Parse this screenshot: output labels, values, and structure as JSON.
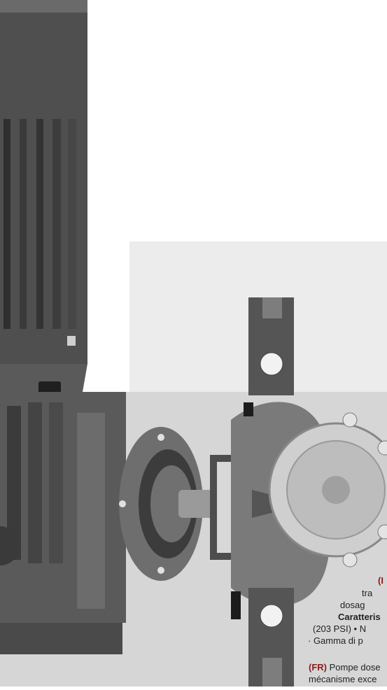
{
  "text": {
    "it_tag": "(I",
    "it_line1": "tra",
    "it_line2": "dosag",
    "it_line3": "Caratteris",
    "it_line4": "(203 PSI)  •  N",
    "it_line5": "· Gamma di p",
    "fr_tag": "(FR)",
    "fr_line1": " Pompe dose",
    "fr_line2": "mécanisme exce"
  },
  "colors": {
    "accent": "#8b1a1a",
    "panel_grey": "#d9d9d9",
    "metal_dark": "#5a5a5a",
    "metal_mid": "#8c8c8c",
    "metal_light": "#c8c8c8"
  },
  "icons": {
    "motor": "motor-illustration",
    "pump_head": "pump-head-cutaway"
  }
}
